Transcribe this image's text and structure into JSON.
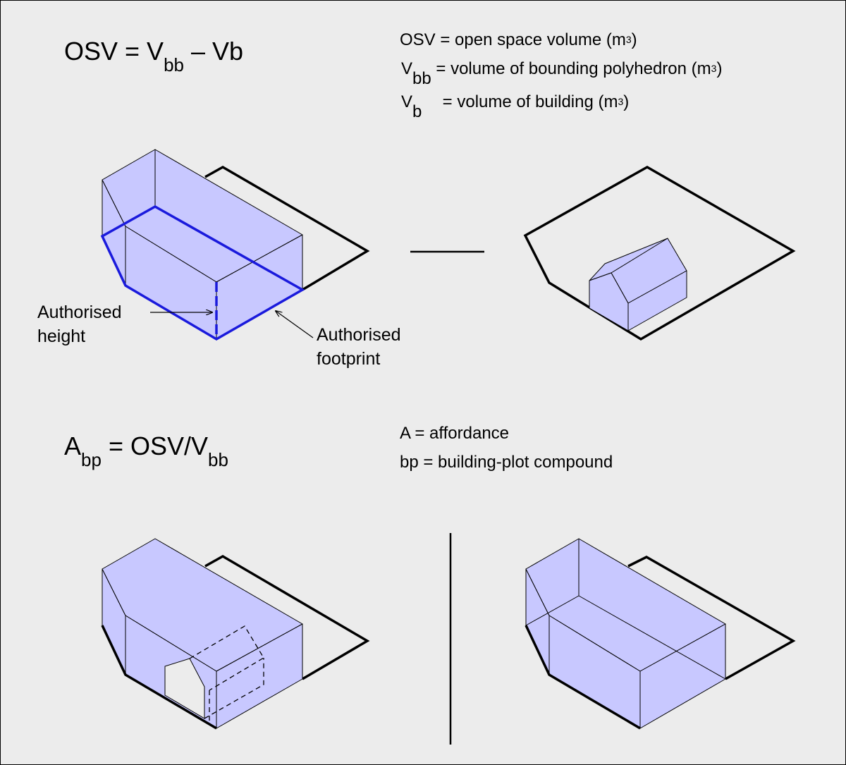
{
  "formula1": {
    "left": "OSV = V",
    "sub": "bb",
    "right": " – Vb"
  },
  "legend1": [
    {
      "sym": "OSV",
      "sub": "",
      "desc": " = open space volume (m",
      "sup": "3",
      "end": ")"
    },
    {
      "sym": "V",
      "sub": "bb",
      "desc": " = volume of bounding polyhedron (m",
      "sup": "3",
      "end": ")"
    },
    {
      "sym": "V",
      "sub": "b",
      "desc": " = volume of building (m",
      "sup": "3",
      "end": ")"
    }
  ],
  "labels": {
    "height_line1": "Authorised",
    "height_line2": "height",
    "footprint_line1": "Authorised",
    "footprint_line2": "footprint"
  },
  "formula2": {
    "sym": "A",
    "sub1": "bp",
    "mid": " = OSV/V",
    "sub2": "bb"
  },
  "legend2": [
    "A = affordance",
    "bp = building-plot compound"
  ],
  "colors": {
    "volume_fill": "#c8c8ff",
    "footprint_outline": "#1a1adc",
    "background": "#ececec",
    "line": "#000000"
  }
}
